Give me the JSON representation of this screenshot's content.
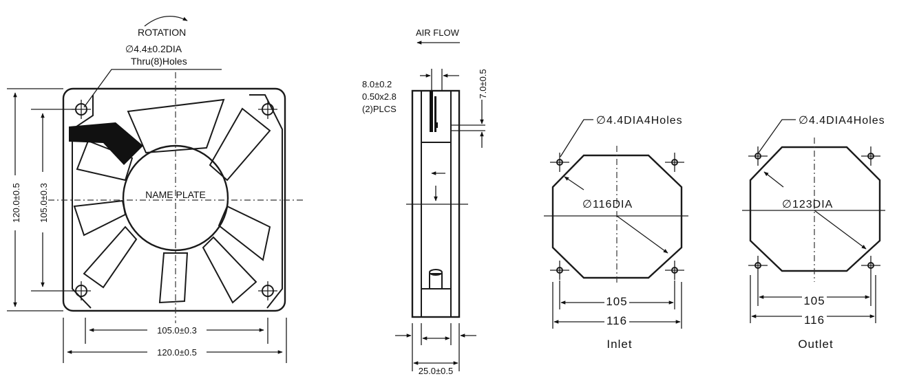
{
  "front_view": {
    "rotation_label": "ROTATION",
    "hole_spec_line1": "∅4.4±0.2DIA",
    "hole_spec_line2": "Thru(8)Holes",
    "name_plate": "NAME PLATE",
    "height_outer": "120.0±0.5",
    "height_inner": "105.0±0.3",
    "width_inner": "105.0±0.3",
    "width_outer": "120.0±0.5"
  },
  "side_view": {
    "airflow_label": "AIR FLOW",
    "terminal_line1": "8.0±0.2",
    "terminal_line2": "0.50x2.8",
    "terminal_line3": "(2)PLCS",
    "terminal_height": "7.0±0.5",
    "depth": "25.0±0.5"
  },
  "inlet_view": {
    "holes_label": "∅4.4DIA4Holes",
    "diameter_label": "∅116DIA",
    "hole_spacing": "105",
    "overall_width": "116",
    "caption": "Inlet"
  },
  "outlet_view": {
    "holes_label": "∅4.4DIA4Holes",
    "diameter_label": "∅123DIA",
    "hole_spacing": "105",
    "overall_width": "116",
    "caption": "Outlet"
  }
}
